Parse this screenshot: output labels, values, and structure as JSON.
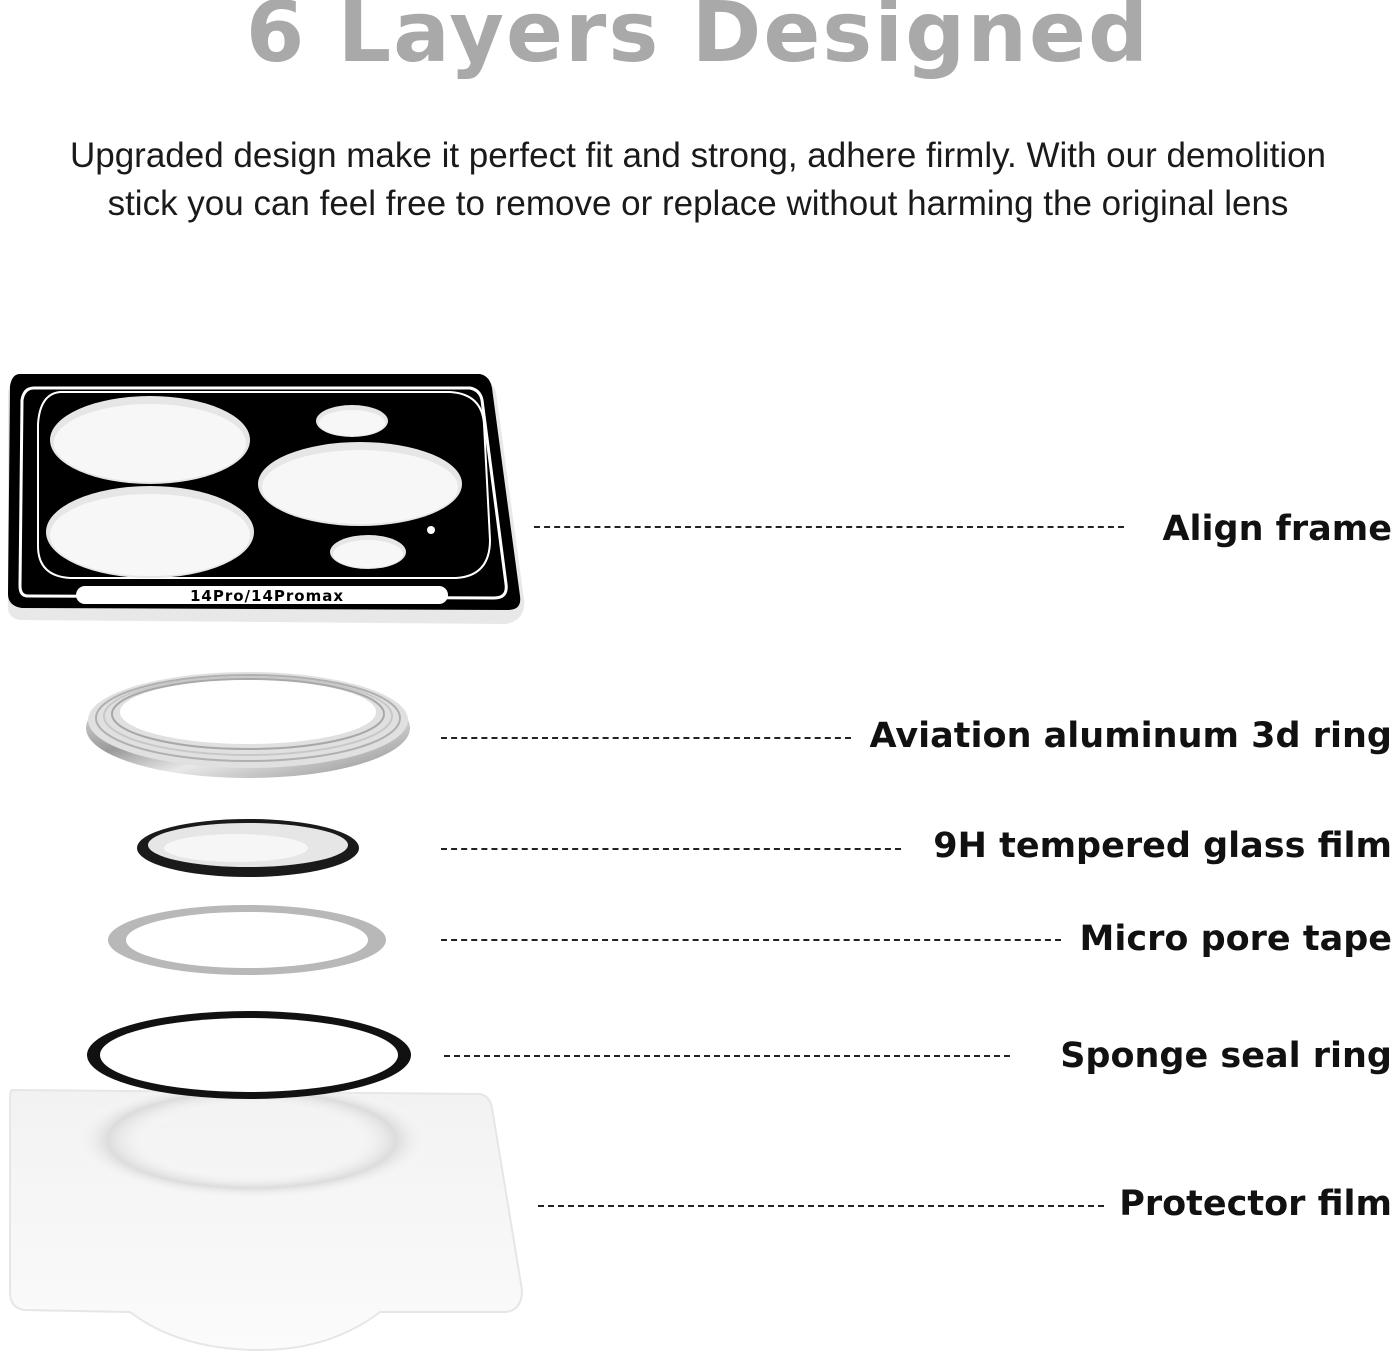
{
  "title": "6 Layers Designed",
  "subtitle": {
    "line1": "Upgraded design make it perfect fit and strong, adhere firmly. With our demolition",
    "line2": "stick you can feel free to remove or replace without harming the original lens"
  },
  "frame_model_text": "14Pro/14Promax",
  "layers": [
    {
      "label": "Align frame",
      "icon": "align-frame"
    },
    {
      "label": "Aviation aluminum 3d ring",
      "icon": "aluminum-ring"
    },
    {
      "label": "9H tempered glass film",
      "icon": "glass-film"
    },
    {
      "label": "Micro pore tape",
      "icon": "micro-pore-tape"
    },
    {
      "label": "Sponge seal ring",
      "icon": "sponge-seal-ring"
    },
    {
      "label": "Protector film",
      "icon": "protector-film"
    }
  ],
  "colors": {
    "title": "#a9a9a9",
    "text": "#111111",
    "frame": "#000000"
  }
}
